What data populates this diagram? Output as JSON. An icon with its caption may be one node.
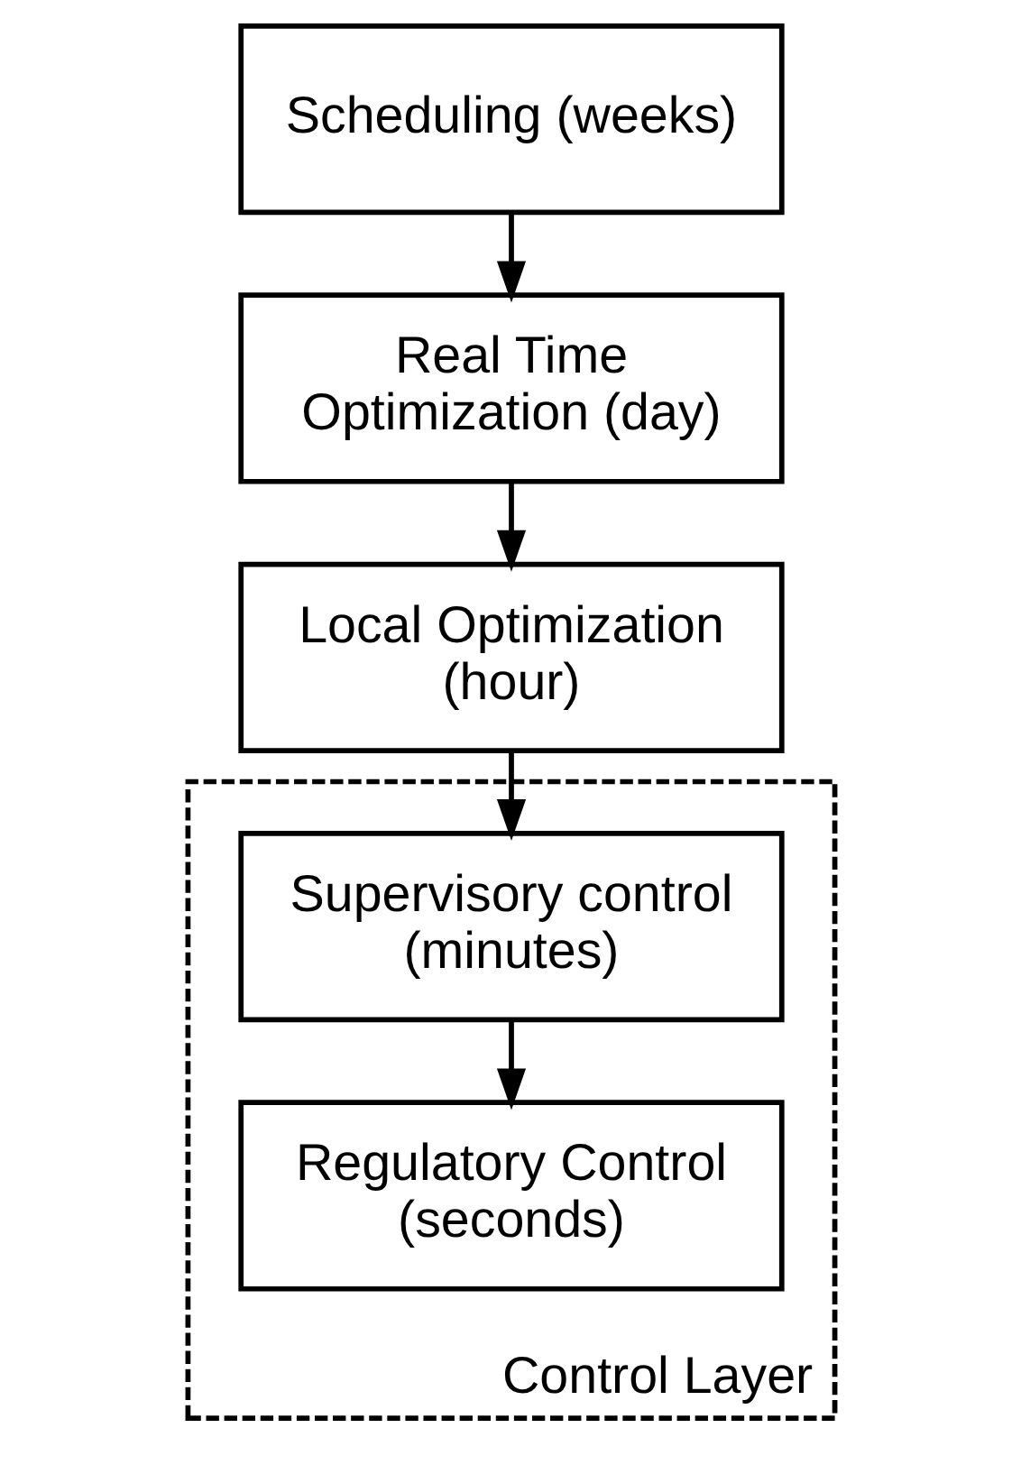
{
  "diagram": {
    "nodes": [
      {
        "text": [
          "Scheduling (weeks)"
        ]
      },
      {
        "text": [
          "Real Time Optimization (day)"
        ]
      },
      {
        "text": [
          "Local Optimization (hour)"
        ]
      },
      {
        "text": [
          "Control Layer"
        ]
      },
      {
        "text": [
          "Supervisory control (minutes)"
        ],
        "in": 3
      },
      {
        "text": [
          "Regulatory Control (seconds)"
        ],
        "in": 3
      }
    ],
    "edges": [
      {
        "from": 0,
        "to": 1,
        "arrow": "to"
      },
      {
        "from": 1,
        "to": 2,
        "arrow": "to"
      },
      {
        "from": 2,
        "to": 4,
        "arrow": "to"
      },
      {
        "from": 4,
        "to": 5,
        "arrow": "to"
      }
    ]
  }
}
